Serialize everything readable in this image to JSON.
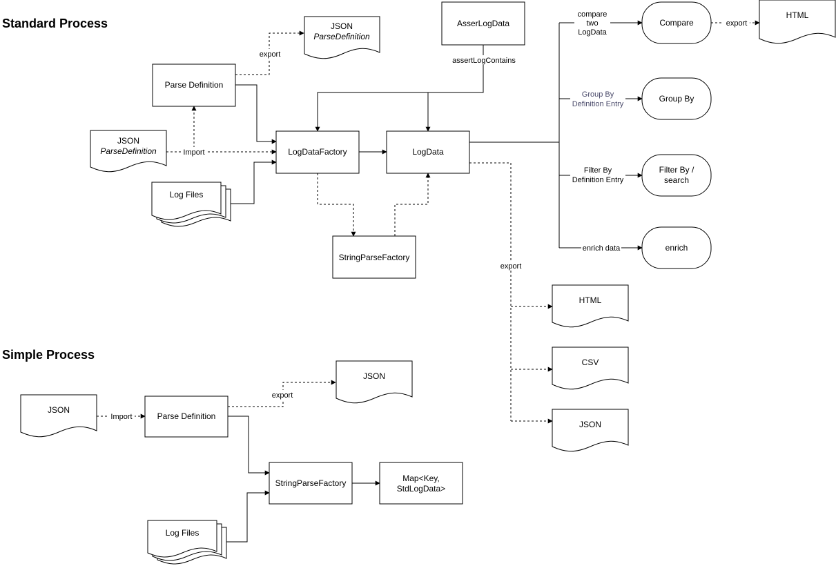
{
  "colors": {
    "stroke": "#000000",
    "background": "#ffffff",
    "muted_label": "#4a4a6a"
  },
  "sections": {
    "standard": "Standard Process",
    "simple": "Simple Process"
  },
  "nodes": {
    "json_export_top": {
      "line1": "JSON",
      "line2": "ParseDefinition"
    },
    "asser_log_data": "AsserLogData",
    "parse_definition_std": "Parse Definition",
    "json_input_std": {
      "line1": "JSON",
      "line2": "ParseDefinition"
    },
    "log_data_factory": "LogDataFactory",
    "log_data": "LogData",
    "log_files_std": "Log Files",
    "string_parse_factory_std": "StringParseFactory",
    "compare": "Compare",
    "html_compare": "HTML",
    "group_by": "Group By",
    "filter_by": {
      "line1": "Filter By /",
      "line2": "search"
    },
    "enrich": "enrich",
    "html_export": "HTML",
    "csv_export": "CSV",
    "json_export_logdata": "JSON",
    "json_input_simple": "JSON",
    "parse_definition_simple": "Parse Definition",
    "json_export_simple": "JSON",
    "string_parse_factory_simple": "StringParseFactory",
    "map_output": {
      "line1": "Map<Key,",
      "line2": "StdLogData>"
    },
    "log_files_simple": "Log Files"
  },
  "edge_labels": {
    "export_pd_std": "export",
    "assert_log_contains": "assertLogContains",
    "import_std": "Import",
    "compare_two": {
      "line1": "compare",
      "line2": "two",
      "line3": "LogData"
    },
    "export_compare": "export",
    "group_by_entry": {
      "line1": "Group By",
      "line2": "Definition Entry"
    },
    "filter_by_entry": {
      "line1": "Filter By",
      "line2": "Definition Entry"
    },
    "enrich_data": "enrich data",
    "export_logdata": "export",
    "import_simple": "Import",
    "export_pd_simple": "export"
  }
}
